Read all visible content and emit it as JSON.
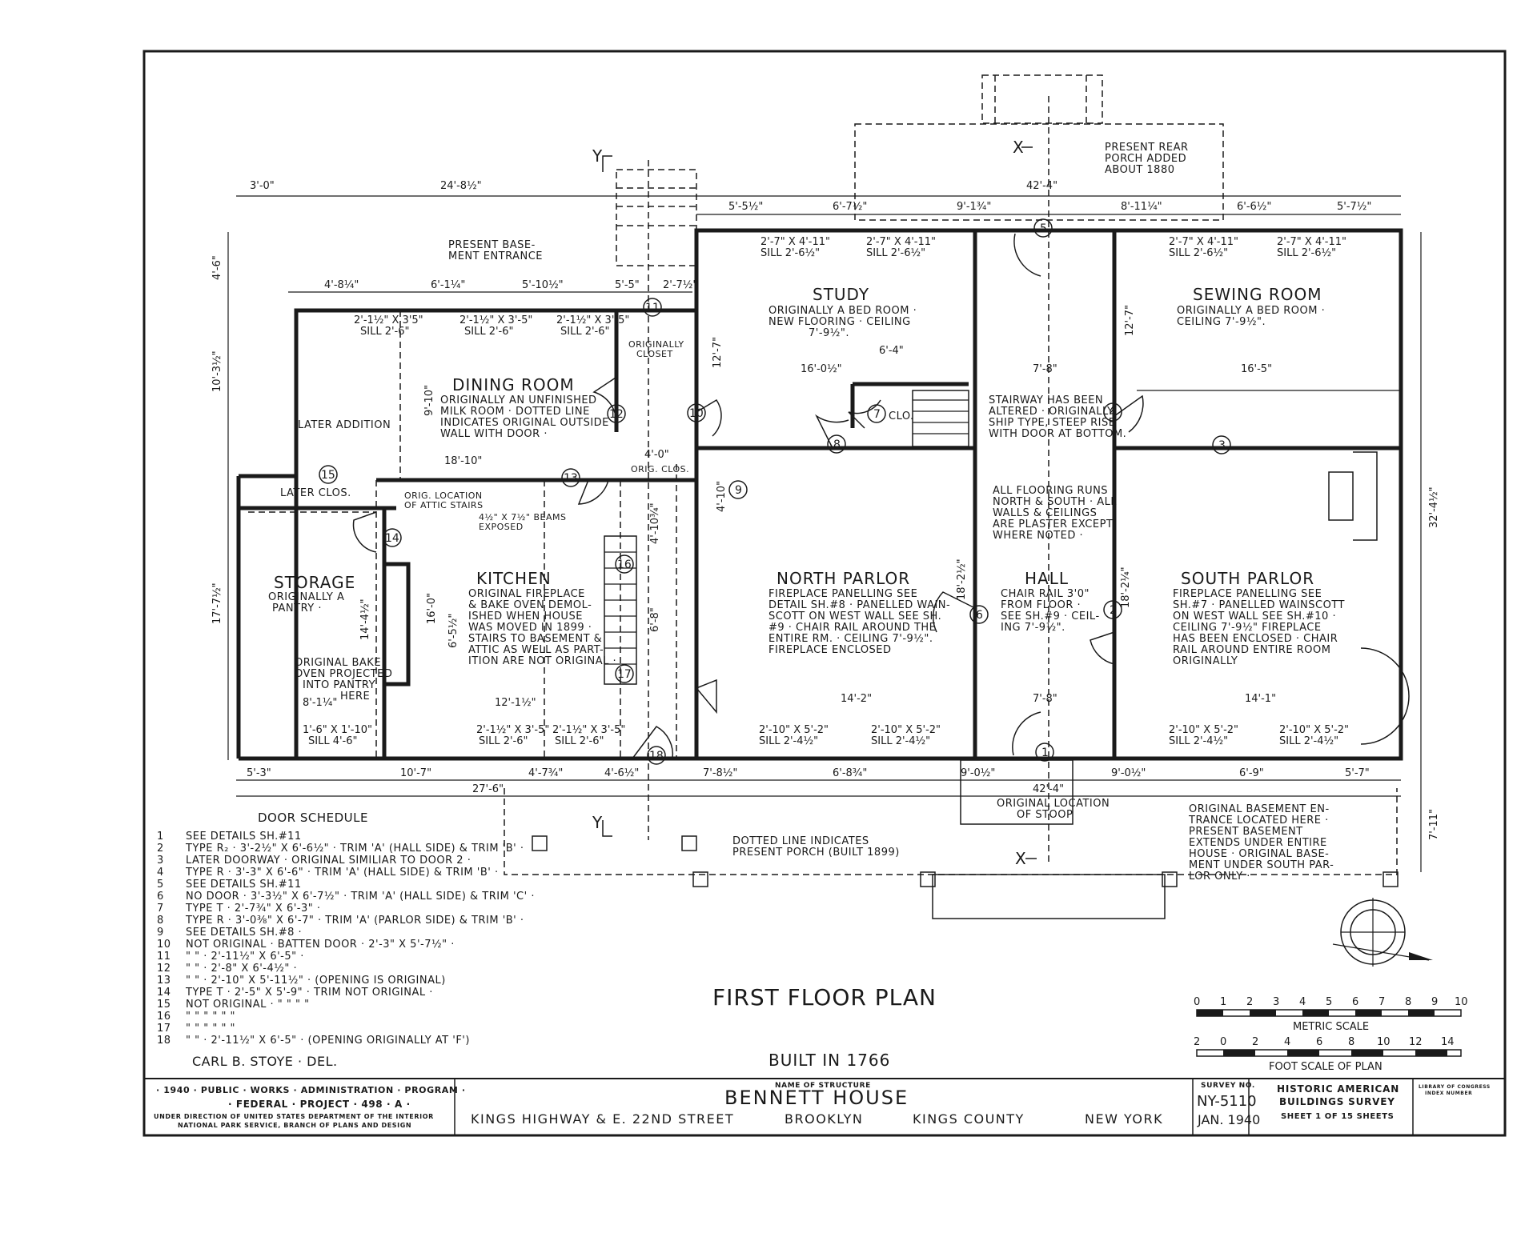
{
  "sheet": {
    "plan_title": "FIRST FLOOR PLAN",
    "built": "BUILT IN 1766",
    "delineator": "CARL B. STOYE · DEL."
  },
  "rooms": {
    "study": {
      "name": "STUDY",
      "lines": [
        "ORIGINALLY A BED ROOM ·",
        "NEW FLOORING · CEILING",
        "7'-9½\"."
      ]
    },
    "sewing": {
      "name": "SEWING ROOM",
      "lines": [
        "ORIGINALLY A BED ROOM ·",
        "CEILING 7'-9½\"."
      ]
    },
    "dining": {
      "name": "DINING ROOM",
      "lines": [
        "ORIGINALLY AN UNFINISHED",
        "MILK ROOM · DOTTED LINE",
        "INDICATES ORIGINAL OUTSIDE",
        "WALL WITH DOOR ·"
      ]
    },
    "north_parlor": {
      "name": "NORTH PARLOR",
      "lines": [
        "FIREPLACE PANELLING SEE",
        "DETAIL SH.#8 · PANELLED WAIN-",
        "SCOTT ON WEST WALL SEE SH.",
        "#9 · CHAIR RAIL AROUND THE",
        "ENTIRE RM. · CEILING 7'-9½\".",
        "FIREPLACE ENCLOSED"
      ]
    },
    "hall": {
      "name": "HALL",
      "lines": [
        "CHAIR RAIL 3'0\"",
        "FROM FLOOR ·",
        "SEE SH.#9 · CEIL-",
        "ING 7'-9½\"."
      ]
    },
    "south_parlor": {
      "name": "SOUTH PARLOR",
      "lines": [
        "FIREPLACE PANELLING SEE",
        "SH.#7 · PANELLED WAINSCOTT",
        "ON WEST WALL SEE SH.#10 ·",
        "CEILING 7'-9½\" FIREPLACE",
        "HAS BEEN ENCLOSED · CHAIR",
        "RAIL AROUND ENTIRE ROOM",
        "ORIGINALLY"
      ]
    },
    "kitchen": {
      "name": "KITCHEN",
      "lines": [
        "ORIGINAL FIREPLACE",
        "& BAKE OVEN DEMOL-",
        "ISHED WHEN HOUSE",
        "WAS MOVED IN 1899 ·",
        "STAIRS TO BASEMENT &",
        "ATTIC AS WELL AS PART-",
        "ITION ARE NOT ORIGINAL ·"
      ]
    },
    "storage": {
      "name": "STORAGE",
      "lines": [
        "ORIGINALLY A",
        "PANTRY ·"
      ]
    }
  },
  "notes": {
    "rear_porch": [
      "PRESENT REAR",
      "PORCH ADDED",
      "ABOUT 1880"
    ],
    "basement_entrance": [
      "PRESENT BASE-",
      "MENT ENTRANCE"
    ],
    "orig_closet": [
      "ORIGINALLY",
      "CLOSET"
    ],
    "stairway": [
      "STAIRWAY HAS BEEN",
      "ALTERED · ORIGINALLY",
      "SHIP TYPE, STEEP RISE",
      "WITH DOOR AT BOTTOM."
    ],
    "flooring": [
      "ALL FLOORING RUNS",
      "NORTH & SOUTH · ALL",
      "WALLS & CEILINGS",
      "ARE PLASTER EXCEPT",
      "WHERE NOTED ·"
    ],
    "later_addition": "LATER ADDITION",
    "later_clos": "LATER CLOS.",
    "orig_clos": "ORIG. CLOS.",
    "clo": "CLO.",
    "attic_stairs": [
      "ORIG. LOCATION",
      "OF ATTIC STAIRS"
    ],
    "beams": [
      "4½\" X 7½\" BEAMS",
      "EXPOSED"
    ],
    "bake_oven": [
      "ORIGINAL BAKE",
      "OVEN PROJECTED",
      "INTO PANTRY",
      "HERE"
    ],
    "stoop": [
      "ORIGINAL LOCATION",
      "OF STOOP"
    ],
    "porch_1899": [
      "DOTTED LINE INDICATES",
      "PRESENT PORCH (BUILT 1899)"
    ],
    "orig_basement": [
      "ORIGINAL BASEMENT EN-",
      "TRANCE LOCATED HERE ·",
      "PRESENT BASEMENT",
      "EXTENDS UNDER ENTIRE",
      "HOUSE · ORIGINAL BASE-",
      "MENT UNDER SOUTH PAR-",
      "LOR ONLY ·"
    ]
  },
  "dimensions": {
    "top_3_0": "3'-0\"",
    "top_24_8": "24'-8½\"",
    "top_42_4": "42'-4\"",
    "t_5_5": "5'-5½\"",
    "t_6_7": "6'-7½\"",
    "t_9_1": "9'-1¾\"",
    "t_8_11": "8'-11¼\"",
    "t_6_6": "6'-6½\"",
    "t_5_7": "5'-7½\"",
    "d_4_8": "4'-8¼\"",
    "d_6_1": "6'-1¼\"",
    "d_5_10": "5'-10½\"",
    "d_5_5": "5'-5\"",
    "d_2_7": "2'-7½\"",
    "side_4_6": "4'-6\"",
    "side_10_3": "10'-3½\"",
    "side_17_7": "17'-7½\"",
    "side_32_4": "32'-4½\"",
    "side_7_11": "7'-11\"",
    "b_5_3": "5'-3\"",
    "b_10_7": "10'-7\"",
    "b_4_7": "4'-7¾\"",
    "b_4_6": "4'-6½\"",
    "b_7_8": "7'-8½\"",
    "b_6_8": "6'-8¾\"",
    "b_9_0a": "9'-0½\"",
    "b_9_0b": "9'-0½\"",
    "b_6_9": "6'-9\"",
    "b_5_7": "5'-7\"",
    "b_27_6": "27'-6\"",
    "b_42_4": "42'-4\"",
    "r_16_0": "16'-0½\"",
    "r_6_4": "6'-4\"",
    "r_7_8a": "7'-8\"",
    "r_16_5": "16'-5\"",
    "r_18_10": "18'-10\"",
    "r_4_0": "4'-0\"",
    "r_14_2": "14'-2\"",
    "r_7_8b": "7'-8\"",
    "r_14_1": "14'-1\"",
    "r_12_1": "12'-1½\"",
    "r_8_1": "8'-1¼\"",
    "v_12_7a": "12'-7\"",
    "v_12_7b": "12'-7\"",
    "v_9_10": "9'-10\"",
    "v_18_2a": "18'-2½\"",
    "v_18_2b": "18'-2¼\"",
    "v_14_4": "14'-4½\"",
    "v_16_0": "16'-0\"",
    "v_6_5": "6'-5½\"",
    "v_4_10": "4'-10¾\"",
    "v_6_8": "6'-8\"",
    "v_4_10b": "4'-10\"",
    "w1": "2'-7\" X 4'-11\"",
    "s1": "SILL 2'-6½\"",
    "w2": "2'-7\" X 4'-11\"",
    "s2": "SILL 2'-6½\"",
    "w3": "2'-7\" X 4'-11\"",
    "s3": "SILL 2'-6½\"",
    "w4": "2'-7\" X 4'-11\"",
    "s4": "SILL 2'-6½\"",
    "w5": "2'-1½\" X 3'5\"",
    "s5": "SILL 2'-6\"",
    "w6": "2'-1½\" X 3'-5\"",
    "s6": "SILL 2'-6\"",
    "w7": "2'-1½\" X 3'-5\"",
    "s7": "SILL 2'-6\"",
    "w8": "2'-10\" X 5'-2\"",
    "s8": "SILL 2'-4½\"",
    "w9": "2'-10\" X 5'-2\"",
    "s9": "SILL 2'-4½\"",
    "w10": "2'-10\" X 5'-2\"",
    "s10": "SILL 2'-4½\"",
    "w11": "2'-10\" X 5'-2\"",
    "s11": "SILL 2'-4½\"",
    "w12": "2'-1½\" X 3'-5\"",
    "s12": "SILL 2'-6\"",
    "w13": "2'-1½\" X 3'-5\"",
    "s13": "SILL 2'-6\"",
    "w14": "1'-6\" X 1'-10\"",
    "s14": "SILL 4'-6\""
  },
  "door_numbers": [
    "1",
    "2",
    "3",
    "4",
    "5",
    "6",
    "7",
    "8",
    "9",
    "10",
    "11",
    "12",
    "13",
    "14",
    "15",
    "16",
    "17",
    "18"
  ],
  "section_markers": {
    "x": "X",
    "y": "Y"
  },
  "door_schedule": {
    "title": "DOOR SCHEDULE",
    "rows": [
      {
        "n": "1",
        "t": "SEE DETAILS SH.#11"
      },
      {
        "n": "2",
        "t": "TYPE R₂ · 3'-2½\" X 6'-6½\" · TRIM 'A' (HALL SIDE) & TRIM 'B' ·"
      },
      {
        "n": "3",
        "t": "LATER DOORWAY · ORIGINAL SIMILIAR TO DOOR 2 ·"
      },
      {
        "n": "4",
        "t": "TYPE R · 3'-3\" X 6'-6\" · TRIM 'A' (HALL SIDE) & TRIM 'B' ·"
      },
      {
        "n": "5",
        "t": "SEE DETAILS SH.#11"
      },
      {
        "n": "6",
        "t": "NO DOOR · 3'-3½\" X 6'-7½\" · TRIM 'A' (HALL SIDE) & TRIM 'C' ·"
      },
      {
        "n": "7",
        "t": "TYPE T · 2'-7¾\" X 6'-3\" ·"
      },
      {
        "n": "8",
        "t": "TYPE R · 3'-0⅜\" X 6'-7\" · TRIM 'A' (PARLOR SIDE) & TRIM 'B' ·"
      },
      {
        "n": "9",
        "t": "SEE DETAILS SH.#8 ·"
      },
      {
        "n": "10",
        "t": "NOT ORIGINAL · BATTEN DOOR · 2'-3\" X 5'-7½\" ·"
      },
      {
        "n": "11",
        "t": "\"      \"      · 2'-11½\" X 6'-5\" ·"
      },
      {
        "n": "12",
        "t": "\"      \"      · 2'-8\" X 6'-4½\" ·"
      },
      {
        "n": "13",
        "t": "\"      \"      · 2'-10\" X 5'-11½\" · (OPENING IS ORIGINAL)"
      },
      {
        "n": "14",
        "t": "TYPE T · 2'-5\" X 5'-9\" · TRIM NOT ORIGINAL ·"
      },
      {
        "n": "15",
        "t": "NOT ORIGINAL ·     \"      \"      \"      \""
      },
      {
        "n": "16",
        "t": "\"      \"      \"      \"      \"      \""
      },
      {
        "n": "17",
        "t": "\"      \"      \"      \"      \"      \""
      },
      {
        "n": "18",
        "t": "\"      \"      · 2'-11½\" X 6'-5\" · (OPENING ORIGINALLY AT 'F')"
      }
    ]
  },
  "scale": {
    "metric_ticks": [
      "0",
      "1",
      "2",
      "3",
      "4",
      "5",
      "6",
      "7",
      "8",
      "9",
      "10"
    ],
    "metric_label": "METRIC SCALE",
    "foot_ticks": [
      "2",
      "0",
      "2",
      "4",
      "6",
      "8",
      "10",
      "12",
      "14"
    ],
    "foot_label": "FOOT SCALE OF PLAN"
  },
  "title_block": {
    "program": "· 1940 · PUBLIC · WORKS · ADMINISTRATION · PROGRAM ·",
    "project": "· FEDERAL · PROJECT · 498 · A ·",
    "direction": "UNDER DIRECTION OF UNITED STATES DEPARTMENT OF THE INTERIOR",
    "nps": "NATIONAL PARK SERVICE, BRANCH OF PLANS AND DESIGN",
    "name_label": "NAME OF STRUCTURE",
    "structure": "BENNETT HOUSE",
    "street": "KINGS HIGHWAY & E. 22ND STREET",
    "city": "BROOKLYN",
    "county": "KINGS COUNTY",
    "state": "NEW YORK",
    "survey_label": "SURVEY NO.",
    "survey": "NY-5110",
    "date": "JAN. 1940",
    "habs1": "HISTORIC AMERICAN",
    "habs2": "BUILDINGS SURVEY",
    "sheet": "SHEET 1 OF 15 SHEETS",
    "loc1": "LIBRARY OF CONGRESS",
    "loc2": "INDEX NUMBER"
  }
}
